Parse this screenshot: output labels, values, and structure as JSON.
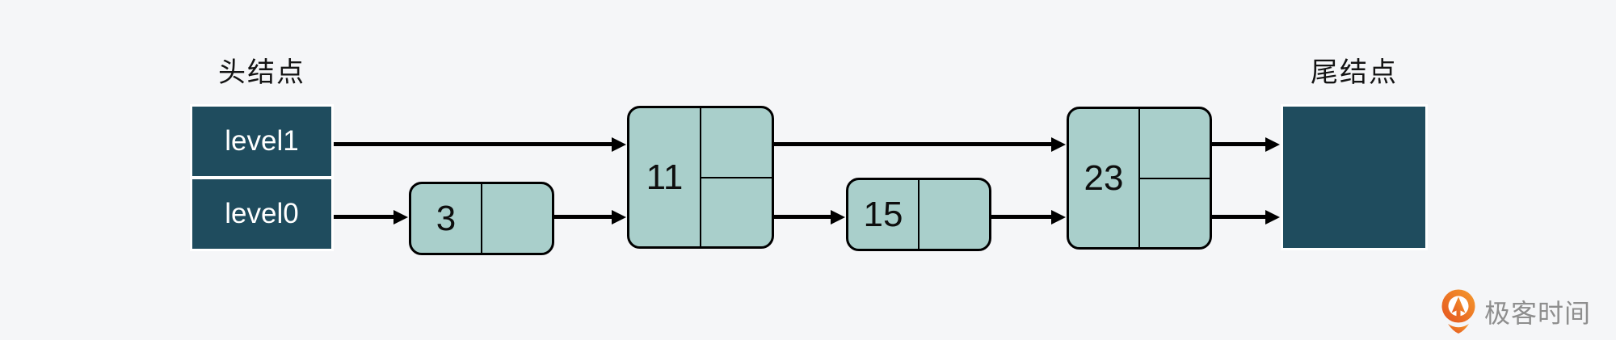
{
  "background": "#f5f6f8",
  "palette": {
    "node_dark": "#1f4c5e",
    "node_light": "#a9cfcb",
    "line_black": "#000000",
    "label_text": "#141414",
    "head_text": "#ffffff",
    "logo_orange": "#ee7421",
    "logo_orange_light": "#f59b2d",
    "logo_text_gray": "#8e8e8e"
  },
  "labels": {
    "head": "头结点",
    "tail": "尾结点"
  },
  "head_node": {
    "levels": [
      {
        "label": "level1"
      },
      {
        "label": "level0"
      }
    ]
  },
  "nodes": [
    {
      "value": "3",
      "levels": 1
    },
    {
      "value": "11",
      "levels": 2
    },
    {
      "value": "15",
      "levels": 1
    },
    {
      "value": "23",
      "levels": 2
    }
  ],
  "edges": [
    {
      "from": "head",
      "level": 1,
      "to": "11"
    },
    {
      "from": "head",
      "level": 0,
      "to": "3"
    },
    {
      "from": "3",
      "level": 0,
      "to": "11"
    },
    {
      "from": "11",
      "level": 1,
      "to": "23"
    },
    {
      "from": "11",
      "level": 0,
      "to": "15"
    },
    {
      "from": "15",
      "level": 0,
      "to": "23"
    },
    {
      "from": "23",
      "level": 1,
      "to": "tail"
    },
    {
      "from": "23",
      "level": 0,
      "to": "tail"
    }
  ],
  "logo": {
    "text": "极客时间",
    "icon": "geektime-pin-icon"
  }
}
